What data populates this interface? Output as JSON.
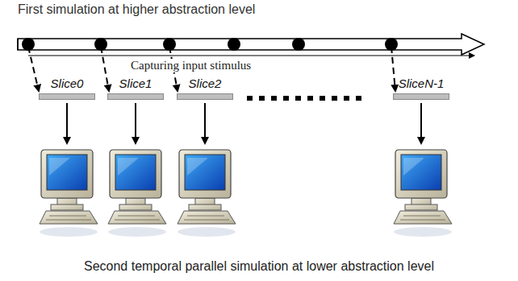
{
  "diagram": {
    "title": "First simulation at higher abstraction level",
    "caption": "Second temporal parallel simulation at lower abstraction level",
    "nodes": [
      {
        "text": [
          "Slice0"
        ]
      },
      {
        "text": [
          "Slice1"
        ]
      },
      {
        "text": [
          "Slice2"
        ]
      },
      {
        "text": [
          "SliceN-1"
        ]
      }
    ],
    "labels": [
      "Capturing input stimulus"
    ]
  }
}
